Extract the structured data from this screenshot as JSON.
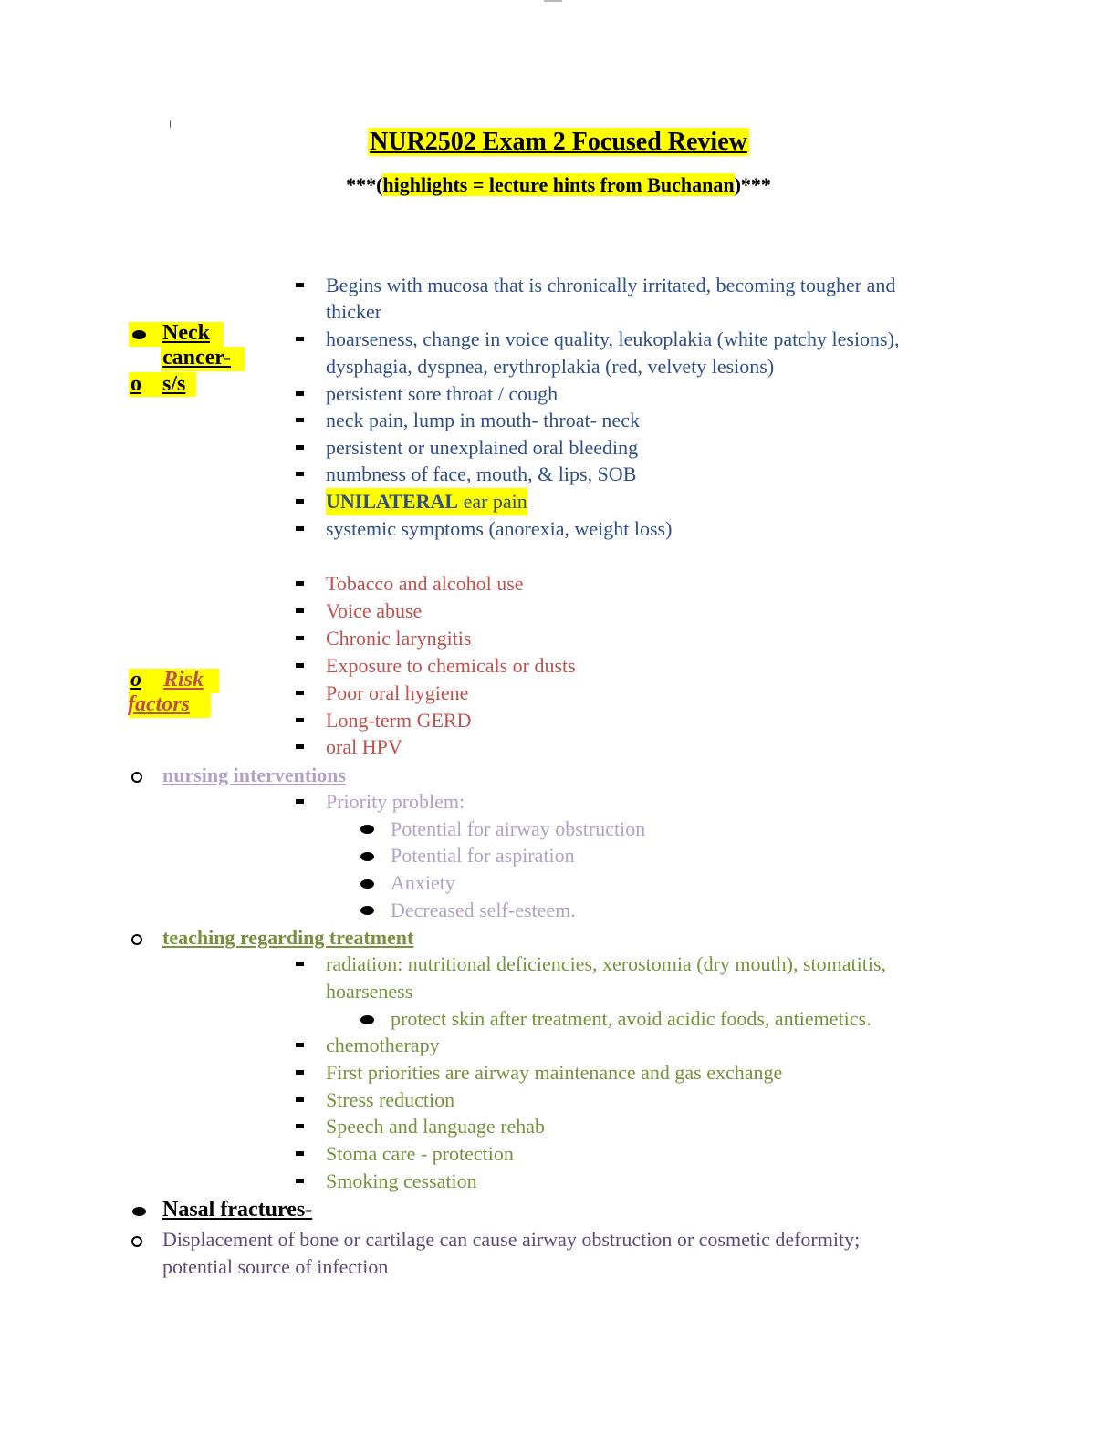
{
  "header": {
    "title": "NUR2502 Exam 2 Focused Review",
    "subtitle_prefix": "***(",
    "subtitle_highlight": "highlights = lecture hints from Buchanan",
    "subtitle_suffix": ")***"
  },
  "colors": {
    "highlight": "#ffff00",
    "signs_symptoms": "#2f4e8a",
    "risk_factors": "#c0504d",
    "nursing_interventions": "#b2a1c7",
    "teaching": "#76923c",
    "nasal": "#5f497a"
  },
  "neck_cancer": {
    "label_line1": "Neck",
    "label_line2": "cancer-",
    "sub_marker": "o",
    "sub_label": "s/s",
    "signs_symptoms": [
      {
        "line1": "Begins with mucosa that is chronically irritated, becoming tougher and",
        "line2": "thicker"
      },
      {
        "line1": "hoarseness, change in voice quality, leukoplakia (white patchy lesions),",
        "line2": "dysphagia, dyspnea, erythroplakia (red, velvety lesions)"
      },
      {
        "line1": "persistent sore throat / cough"
      },
      {
        "line1": "neck pain, lump in mouth- throat- neck"
      },
      {
        "line1": "persistent or unexplained oral bleeding"
      },
      {
        "line1": "numbness of face, mouth, & lips, SOB"
      },
      {
        "bold": "UNILATERAL",
        "rest": " ear pain"
      },
      {
        "line1": "systemic symptoms (anorexia, weight loss)"
      }
    ],
    "risk_marker": "o",
    "risk_label_line1": "Risk",
    "risk_label_line2": "factors",
    "risk_factors": [
      "Tobacco and alcohol use",
      "Voice abuse",
      "Chronic laryngitis",
      "Exposure to chemicals or dusts",
      "Poor oral hygiene",
      "Long-term GERD",
      "oral HPV"
    ],
    "nursing": {
      "heading": "nursing interventions",
      "priority_label": "Priority problem:",
      "priorities": [
        "Potential for airway obstruction",
        "Potential for aspiration",
        "Anxiety",
        "Decreased self-esteem."
      ]
    },
    "teaching": {
      "heading": "teaching regarding treatment",
      "radiation_line1": "radiation: nutritional deficiencies, xerostomia (dry mouth), stomatitis,",
      "radiation_line2": "hoarseness",
      "radiation_sub": "protect skin after treatment, avoid acidic foods, antiemetics.",
      "items": [
        "chemotherapy",
        "First priorities are airway maintenance and gas exchange",
        "Stress reduction",
        "Speech and language rehab",
        "Stoma care - protection",
        "Smoking cessation"
      ]
    }
  },
  "nasal_fractures": {
    "heading": "Nasal fractures-",
    "desc_line1": "Displacement of bone or cartilage can cause airway obstruction or cosmetic deformity;",
    "desc_line2": "potential source of infection"
  }
}
